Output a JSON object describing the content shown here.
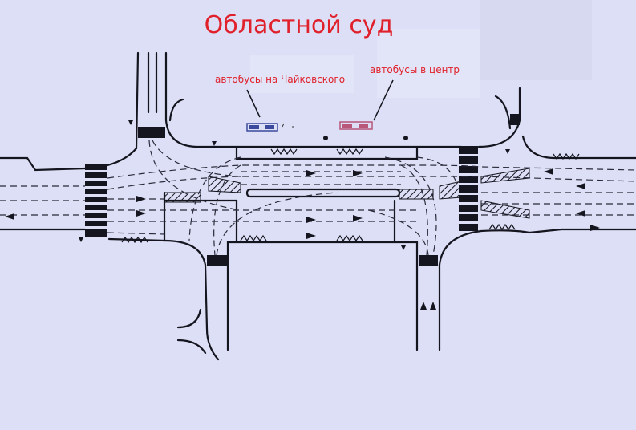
{
  "map": {
    "title": "Областной суд",
    "stop_labels": {
      "chaykovskogo": "автобусы на Чайковского",
      "center": "автобусы в центр"
    },
    "colors": {
      "background": "#dcdff5",
      "paper": "#e3e5f7",
      "line": "#15151f",
      "label": "#e0212b",
      "stop_blue": "#3b4a9c",
      "stop_pink": "#b8577a"
    }
  }
}
